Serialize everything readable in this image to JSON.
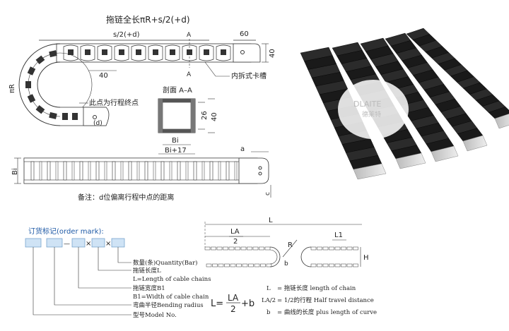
{
  "top_left": {
    "title": "拖链全长πR+s/2(+d)",
    "s2_label": "s/2(+d)",
    "dim_60": "60",
    "dim_40_right": "40",
    "dim_40_left": "40",
    "section_A1": "A",
    "section_A2": "A",
    "inner_slot": "内拆式卡槽",
    "pi_r": "πR",
    "endpoint_note": "此点为行程终点",
    "d_label": "(d)"
  },
  "section": {
    "title": "剖面 A–A",
    "h1": "26",
    "h2": "40",
    "bi": "Bi",
    "bi17": "Bi+17"
  },
  "bottom_chain": {
    "bi_left": "Bi",
    "a": "a",
    "c": "c",
    "note": "备注：d位偏离行程中点的距离"
  },
  "photo": {
    "brand": "DLAITE",
    "brand_cn": "德莱特"
  },
  "order": {
    "title": "订货标记(order mark):",
    "x1": "×",
    "x2": "×",
    "dash": "—",
    "lines": [
      "数量(条)Quantity(Bar)",
      "拖链长度L",
      "L=Length of cable chains",
      "拖链宽度B1",
      "B1=Width of cable chain",
      "弯曲半径Bending radius",
      "型号Model No."
    ]
  },
  "formula": {
    "L": "L",
    "LA": "LA",
    "two": "2",
    "L1": "L1",
    "H": "H",
    "R": "R",
    "b": "b",
    "eq_left": "L=",
    "eq_right": "+b",
    "defs": [
      {
        "sym": "L",
        "text": "= 拖链长度  length of chain"
      },
      {
        "sym": "LA/2",
        "text": "= 1/2的行程  Half travel distance"
      },
      {
        "sym": "b",
        "text": "= 曲线的长度  plus length of curve"
      }
    ]
  }
}
